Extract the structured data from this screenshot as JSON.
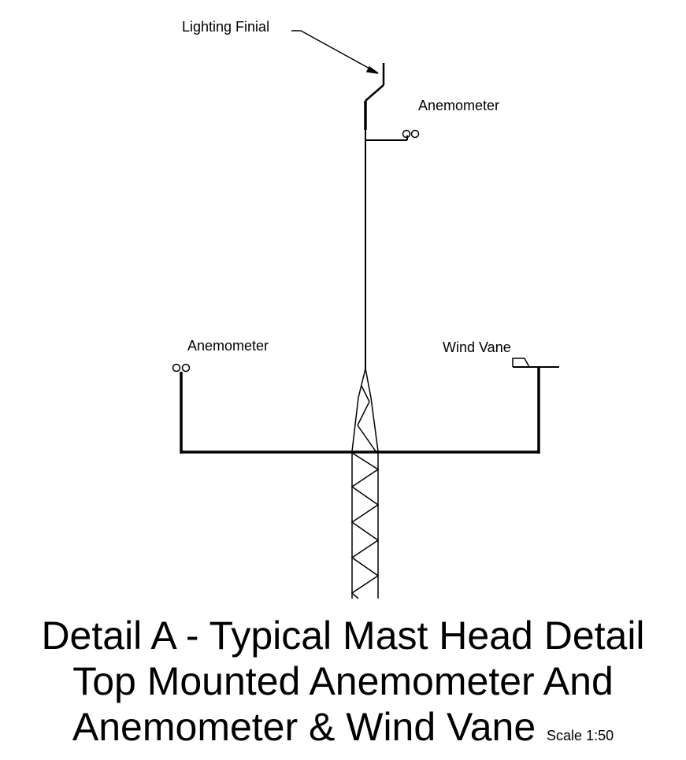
{
  "labels": {
    "lighting_finial": "Lighting Finial",
    "anemometer_top": "Anemometer",
    "anemometer_left": "Anemometer",
    "wind_vane": "Wind Vane"
  },
  "title": {
    "line1": "Detail A - Typical Mast Head Detail",
    "line2": "Top Mounted Anemometer And",
    "line3": "Anemometer & Wind Vane",
    "scale": "Scale 1:50"
  }
}
